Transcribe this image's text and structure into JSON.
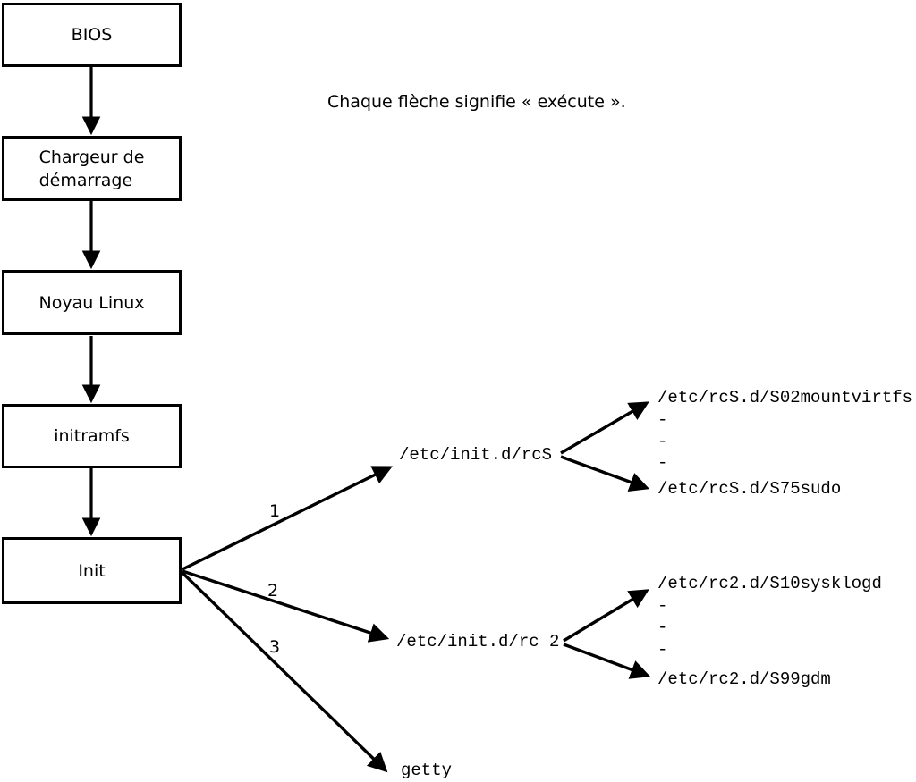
{
  "legend": {
    "text": "Chaque flèche signifie « exécute »."
  },
  "chain": [
    {
      "label": "BIOS"
    },
    {
      "label": "Chargeur de\ndémarrage"
    },
    {
      "label": "Noyau Linux"
    },
    {
      "label": "initramfs"
    },
    {
      "label": "Init"
    }
  ],
  "branches": [
    {
      "number": "1",
      "target": "/etc/init.d/rcS",
      "scripts": [
        "/etc/rcS.d/S02mountvirtfs",
        "-",
        "-",
        "-",
        "/etc/rcS.d/S75sudo"
      ]
    },
    {
      "number": "2",
      "target": "/etc/init.d/rc 2",
      "scripts": [
        "/etc/rc2.d/S10sysklogd",
        "-",
        "-",
        "-",
        "/etc/rc2.d/S99gdm"
      ]
    },
    {
      "number": "3",
      "target": "getty",
      "scripts": []
    }
  ],
  "colors": {
    "ink": "#000000",
    "background": "#ffffff"
  }
}
